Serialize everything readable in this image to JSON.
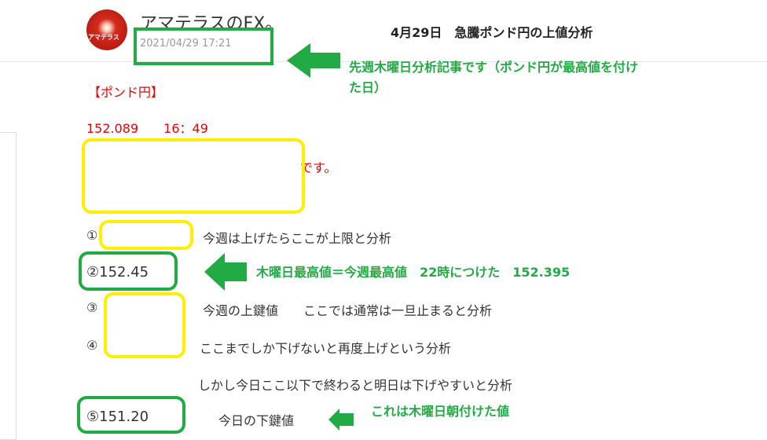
{
  "header": {
    "blog_name": "アマテラスのFX。",
    "logo_text": "アマテラス",
    "date": "2021/04/29 17:21",
    "title": "4月29日　急騰ポンド円の上値分析"
  },
  "notes": {
    "date_note_1": "先週木曜日分析記事です（ポンド円が最高値を付け",
    "date_note_2": "た日）",
    "high_note": "木曜日最高値＝今週最高値　22時につけた　152.395",
    "low_note": "これは木曜日朝付けた値"
  },
  "article": {
    "pair": "【ポンド円】",
    "price_time": "152.089　　16：49",
    "desu": "です。",
    "lines": [
      {
        "mark": "①",
        "value": "",
        "text": "今週は上げたらここが上限と分析"
      },
      {
        "mark": "②",
        "value": "152.45",
        "text": ""
      },
      {
        "mark": "③",
        "value": "",
        "text": "今週の上鍵値　　ここでは通常は一旦止まると分析"
      },
      {
        "mark": "④",
        "value": "",
        "text": "ここまでしか下げないと再度上げという分析"
      },
      {
        "mark": "",
        "value": "",
        "text": "しかし今日ここ以下で終わると明日は下げやすいと分析"
      },
      {
        "mark": "⑤",
        "value": "151.20",
        "text": "今日の下鍵値"
      }
    ]
  },
  "colors": {
    "green": "#22aa44",
    "yellow": "#ffee00",
    "red": "#ee0000"
  }
}
